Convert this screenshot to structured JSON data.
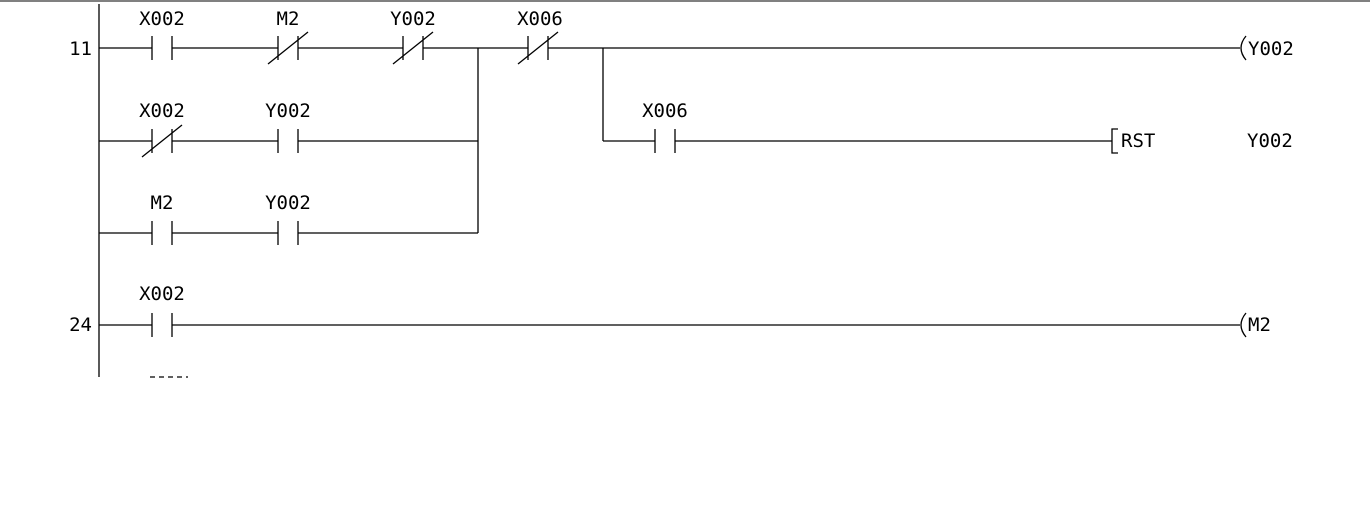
{
  "rungs": [
    {
      "step": "11",
      "contacts": [
        {
          "label": "X002",
          "type": "NO"
        },
        {
          "label": "M2",
          "type": "NC"
        },
        {
          "label": "Y002",
          "type": "NC"
        },
        {
          "label": "X002",
          "type": "NC"
        },
        {
          "label": "Y002",
          "type": "NO"
        },
        {
          "label": "M2",
          "type": "NO"
        },
        {
          "label": "Y002",
          "type": "NO"
        },
        {
          "label": "X006",
          "type": "NC"
        },
        {
          "label": "X006",
          "type": "NO"
        }
      ],
      "outputs": [
        {
          "instruction": "",
          "operand": "Y002"
        },
        {
          "instruction": "RST",
          "operand": "Y002"
        }
      ]
    },
    {
      "step": "24",
      "contacts": [
        {
          "label": "X002",
          "type": "NO"
        }
      ],
      "outputs": [
        {
          "instruction": "",
          "operand": "M2"
        }
      ]
    }
  ]
}
